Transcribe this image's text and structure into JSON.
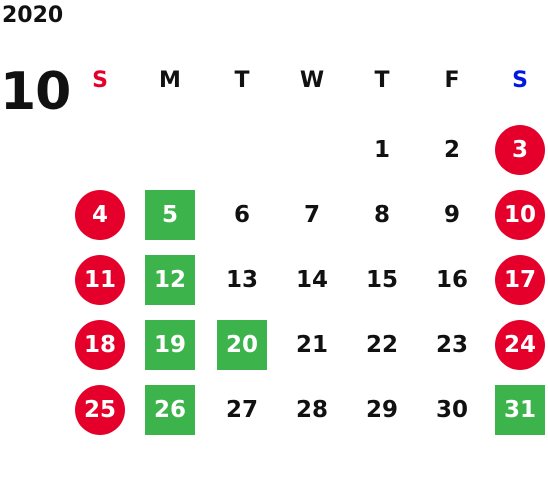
{
  "calendar": {
    "year": "2020",
    "month": "10",
    "colors": {
      "sunday_header": "#e4002b",
      "saturday_header": "#0018e0",
      "holiday_circle": "#e4002b",
      "closed_square": "#3cb44b"
    },
    "weekdays": [
      "S",
      "M",
      "T",
      "W",
      "T",
      "F",
      "S"
    ],
    "days": [
      {
        "label": "1",
        "col": 4,
        "row": 0,
        "mark": "none"
      },
      {
        "label": "2",
        "col": 5,
        "row": 0,
        "mark": "none"
      },
      {
        "label": "3",
        "col": 6,
        "row": 0,
        "mark": "red"
      },
      {
        "label": "4",
        "col": 0,
        "row": 1,
        "mark": "red"
      },
      {
        "label": "5",
        "col": 1,
        "row": 1,
        "mark": "green"
      },
      {
        "label": "6",
        "col": 2,
        "row": 1,
        "mark": "none"
      },
      {
        "label": "7",
        "col": 3,
        "row": 1,
        "mark": "none"
      },
      {
        "label": "8",
        "col": 4,
        "row": 1,
        "mark": "none"
      },
      {
        "label": "9",
        "col": 5,
        "row": 1,
        "mark": "none"
      },
      {
        "label": "10",
        "col": 6,
        "row": 1,
        "mark": "red"
      },
      {
        "label": "11",
        "col": 0,
        "row": 2,
        "mark": "red"
      },
      {
        "label": "12",
        "col": 1,
        "row": 2,
        "mark": "green"
      },
      {
        "label": "13",
        "col": 2,
        "row": 2,
        "mark": "none"
      },
      {
        "label": "14",
        "col": 3,
        "row": 2,
        "mark": "none"
      },
      {
        "label": "15",
        "col": 4,
        "row": 2,
        "mark": "none"
      },
      {
        "label": "16",
        "col": 5,
        "row": 2,
        "mark": "none"
      },
      {
        "label": "17",
        "col": 6,
        "row": 2,
        "mark": "red"
      },
      {
        "label": "18",
        "col": 0,
        "row": 3,
        "mark": "red"
      },
      {
        "label": "19",
        "col": 1,
        "row": 3,
        "mark": "green"
      },
      {
        "label": "20",
        "col": 2,
        "row": 3,
        "mark": "green"
      },
      {
        "label": "21",
        "col": 3,
        "row": 3,
        "mark": "none"
      },
      {
        "label": "22",
        "col": 4,
        "row": 3,
        "mark": "none"
      },
      {
        "label": "23",
        "col": 5,
        "row": 3,
        "mark": "none"
      },
      {
        "label": "24",
        "col": 6,
        "row": 3,
        "mark": "red"
      },
      {
        "label": "25",
        "col": 0,
        "row": 4,
        "mark": "red"
      },
      {
        "label": "26",
        "col": 1,
        "row": 4,
        "mark": "green"
      },
      {
        "label": "27",
        "col": 2,
        "row": 4,
        "mark": "none"
      },
      {
        "label": "28",
        "col": 3,
        "row": 4,
        "mark": "none"
      },
      {
        "label": "29",
        "col": 4,
        "row": 4,
        "mark": "none"
      },
      {
        "label": "30",
        "col": 5,
        "row": 4,
        "mark": "none"
      },
      {
        "label": "31",
        "col": 6,
        "row": 4,
        "mark": "green"
      }
    ]
  }
}
